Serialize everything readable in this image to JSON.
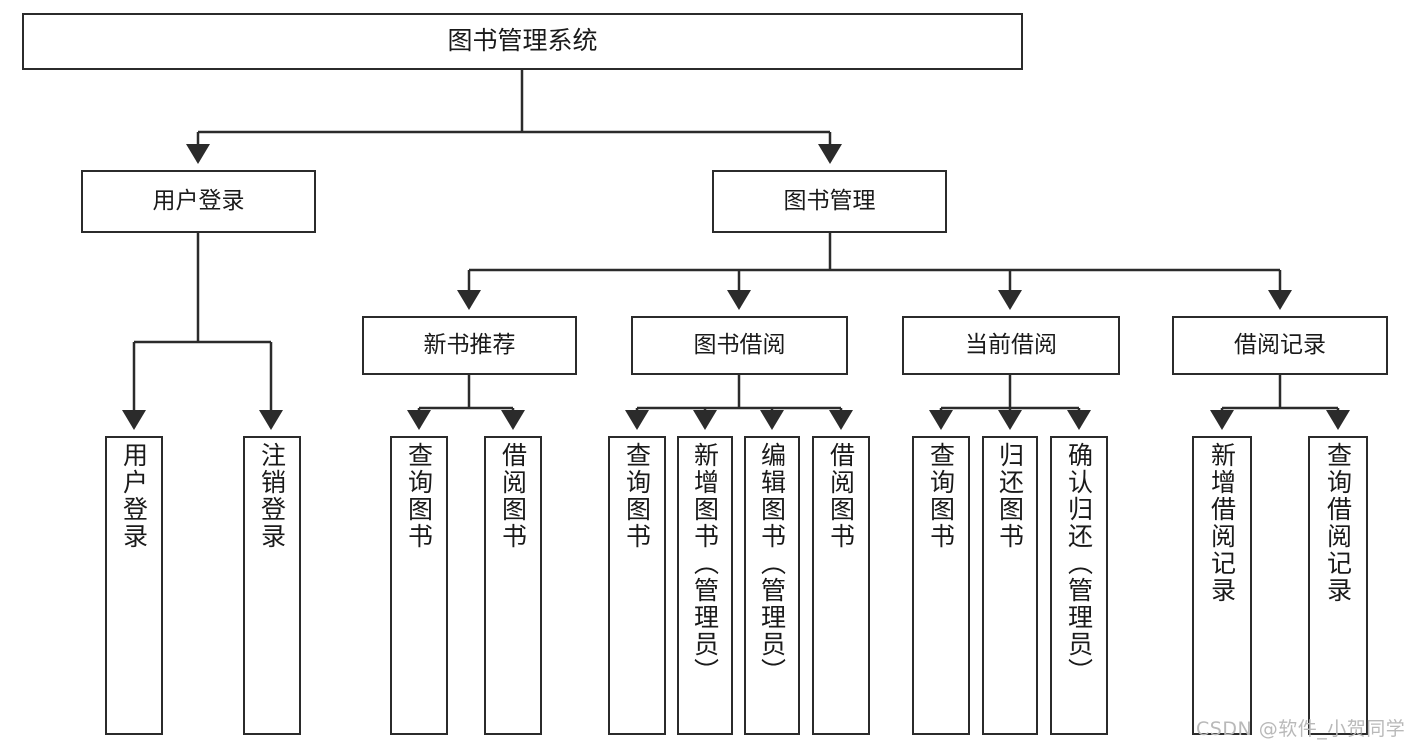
{
  "diagram": {
    "title": "图书管理系统",
    "type": "functional-structure-tree",
    "root": {
      "id": "root",
      "label": "图书管理系统"
    },
    "level2": [
      {
        "id": "user-login",
        "label": "用户登录"
      },
      {
        "id": "book-manage",
        "label": "图书管理"
      }
    ],
    "level3": [
      {
        "id": "new-book-recommend",
        "label": "新书推荐"
      },
      {
        "id": "book-borrow",
        "label": "图书借阅"
      },
      {
        "id": "current-borrow",
        "label": "当前借阅"
      },
      {
        "id": "borrow-record",
        "label": "借阅记录"
      }
    ],
    "leaves": [
      {
        "id": "leaf-user-login",
        "label": "用户登录",
        "parent": "user-login"
      },
      {
        "id": "leaf-user-logout",
        "label": "注销登录",
        "parent": "user-login"
      },
      {
        "id": "leaf-query-book-1",
        "label": "查询图书",
        "parent": "new-book-recommend"
      },
      {
        "id": "leaf-borrow-book-1",
        "label": "借阅图书",
        "parent": "new-book-recommend"
      },
      {
        "id": "leaf-query-book-2",
        "label": "查询图书",
        "parent": "book-borrow"
      },
      {
        "id": "leaf-add-book",
        "label": "新增图书（管理员）",
        "parent": "book-borrow"
      },
      {
        "id": "leaf-edit-book",
        "label": "编辑图书（管理员）",
        "parent": "book-borrow"
      },
      {
        "id": "leaf-borrow-book-2",
        "label": "借阅图书",
        "parent": "book-borrow"
      },
      {
        "id": "leaf-query-book-3",
        "label": "查询图书",
        "parent": "current-borrow"
      },
      {
        "id": "leaf-return-book",
        "label": "归还图书",
        "parent": "current-borrow"
      },
      {
        "id": "leaf-confirm-return",
        "label": "确认归还（管理员）",
        "parent": "current-borrow"
      },
      {
        "id": "leaf-add-record",
        "label": "新增借阅记录",
        "parent": "borrow-record"
      },
      {
        "id": "leaf-query-record",
        "label": "查询借阅记录",
        "parent": "borrow-record"
      }
    ],
    "watermark": "CSDN @软件_小贺同学",
    "colors": {
      "stroke": "#2b2b2b",
      "fill": "#ffffff",
      "text": "#1a1a1a",
      "watermark": "#b9b9b9"
    }
  }
}
